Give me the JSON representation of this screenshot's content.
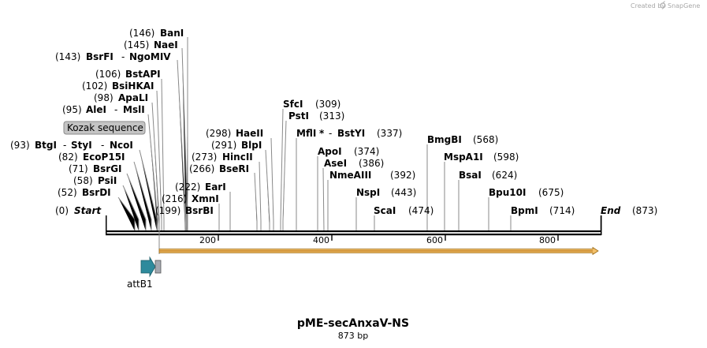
{
  "credit": {
    "text": "Created by",
    "brand": "SnapGene"
  },
  "map": {
    "name": "pME-secAnxaV-NS",
    "length_label": "873 bp",
    "length_bp": 873,
    "start": {
      "label": "Start",
      "pos_label": "(0)"
    },
    "end": {
      "label": "End",
      "pos_label": "(873)"
    },
    "ticks": [
      "200",
      "400",
      "600",
      "800"
    ],
    "colors": {
      "backbone": "#000000",
      "arrow_fill": "#f3c06a",
      "arrow_edge": "#9b6a14",
      "attb_fill": "#2e8a9c",
      "kozak_fill": "#c4c4c4"
    }
  },
  "features": {
    "kozak": {
      "label": "Kozak sequence"
    },
    "attb1": {
      "label": "attB1"
    }
  },
  "sites": [
    {
      "pos": "(52)",
      "name": "BsrDI",
      "name2": ""
    },
    {
      "pos": "(58)",
      "name": "PsiI",
      "name2": ""
    },
    {
      "pos": "(71)",
      "name": "BsrGI",
      "name2": ""
    },
    {
      "pos": "(82)",
      "name": "EcoP15I",
      "name2": ""
    },
    {
      "pos": "(93)",
      "name": "BtgI",
      "name2": "StyI",
      "name3": "NcoI"
    },
    {
      "pos": "(95)",
      "name": "AleI",
      "name2": "MslI"
    },
    {
      "pos": "(98)",
      "name": "ApaLI",
      "name2": ""
    },
    {
      "pos": "(102)",
      "name": "BsiHKAI",
      "name2": ""
    },
    {
      "pos": "(106)",
      "name": "BstAPI",
      "name2": ""
    },
    {
      "pos": "(143)",
      "name": "BsrFI",
      "name2": "NgoMIV"
    },
    {
      "pos": "(145)",
      "name": "NaeI",
      "name2": ""
    },
    {
      "pos": "(146)",
      "name": "BanI",
      "name2": ""
    },
    {
      "pos": "(199)",
      "name": "BsrBI",
      "name2": ""
    },
    {
      "pos": "(216)",
      "name": "XmnI",
      "name2": ""
    },
    {
      "pos": "(222)",
      "name": "EarI",
      "name2": ""
    },
    {
      "pos": "(266)",
      "name": "BseRI",
      "name2": ""
    },
    {
      "pos": "(273)",
      "name": "HincII",
      "name2": ""
    },
    {
      "pos": "(291)",
      "name": "BlpI",
      "name2": ""
    },
    {
      "pos": "(298)",
      "name": "HaeII",
      "name2": ""
    },
    {
      "pos": "(309)",
      "name": "SfcI",
      "name2": ""
    },
    {
      "pos": "(313)",
      "name": "PstI",
      "name2": ""
    },
    {
      "pos": "(337)",
      "name": "MflI",
      "star": "*",
      "name2": "BstYI"
    },
    {
      "pos": "(374)",
      "name": "ApoI",
      "name2": ""
    },
    {
      "pos": "(386)",
      "name": "AseI",
      "name2": ""
    },
    {
      "pos": "(392)",
      "name": "NmeAIII",
      "name2": ""
    },
    {
      "pos": "(443)",
      "name": "NspI",
      "name2": ""
    },
    {
      "pos": "(474)",
      "name": "ScaI",
      "name2": ""
    },
    {
      "pos": "(568)",
      "name": "BmgBI",
      "name2": ""
    },
    {
      "pos": "(598)",
      "name": "MspA1I",
      "name2": ""
    },
    {
      "pos": "(624)",
      "name": "BsaI",
      "name2": ""
    },
    {
      "pos": "(675)",
      "name": "Bpu10I",
      "name2": ""
    },
    {
      "pos": "(714)",
      "name": "BpmI",
      "name2": ""
    }
  ]
}
